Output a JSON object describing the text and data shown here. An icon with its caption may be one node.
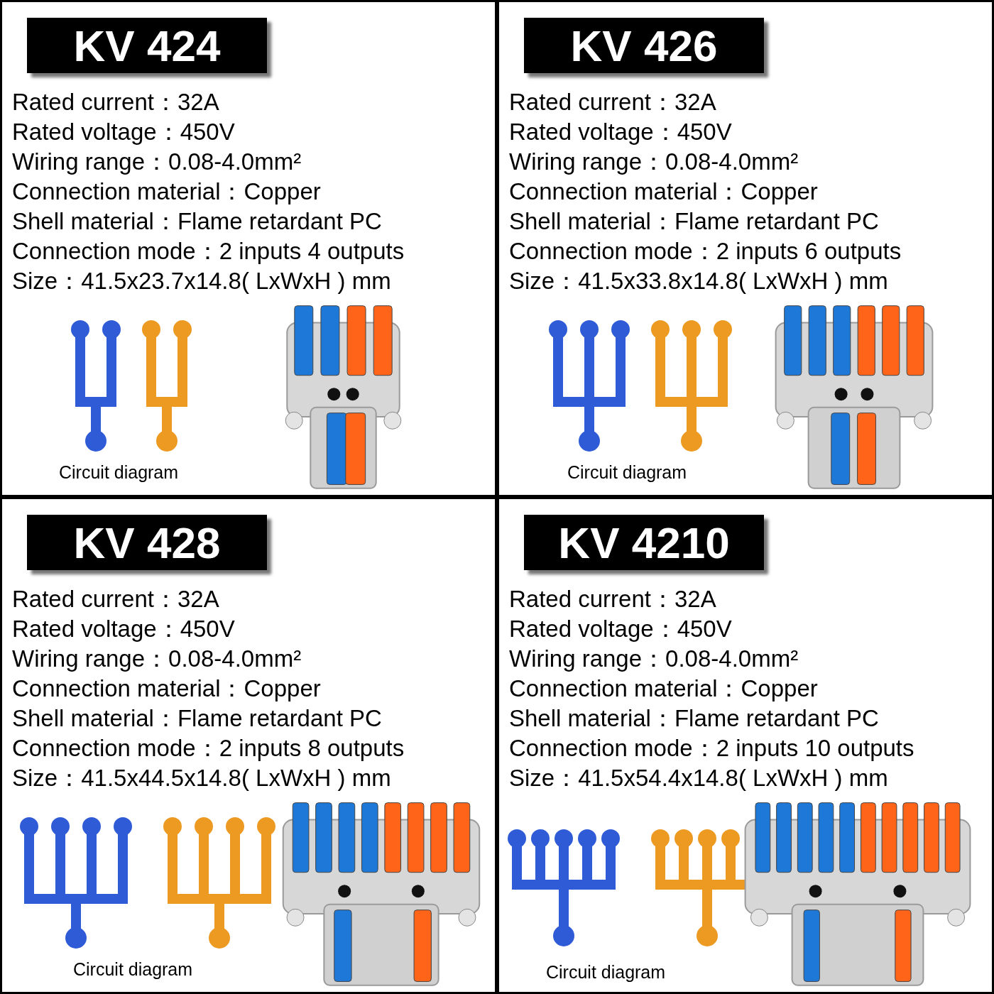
{
  "diagram": {
    "nodes": [
      {
        "text": [
          "Rated current：32A",
          "Rated voltage：450V",
          "Wiring range：0.08-4.0mm²",
          "Connection material：Copper",
          "Shell material：Flame retardant PC",
          "Connection mode：2 inputs 4 outputs",
          "Size：41.5x23.7x14.8( LxWxH ) mm",
          "Circuit diagram"
        ]
      },
      {
        "text": [
          "KV 424"
        ],
        "in": 0
      },
      {
        "text": [
          "Rated current：32A",
          "Rated voltage：450V",
          "Wiring range：0.08-4.0mm²",
          "Connection material：Copper",
          "Shell material：Flame retardant PC",
          "Connection mode：2 inputs 6 outputs",
          "Size：41.5x33.8x14.8( LxWxH ) mm",
          "Circuit diagram"
        ]
      },
      {
        "text": [
          "KV 426"
        ],
        "in": 2
      },
      {
        "text": [
          "Rated current：32A",
          "Rated voltage：450V",
          "Wiring range：0.08-4.0mm²",
          "Connection material：Copper",
          "Shell material：Flame retardant PC",
          "Connection mode：2 inputs 8 outputs",
          "Size：41.5x44.5x14.8( LxWxH ) mm",
          "Circuit diagram"
        ]
      },
      {
        "text": [
          "KV 428"
        ],
        "in": 4
      },
      {
        "text": [
          "Rated current：32A",
          "Rated voltage：450V",
          "Wiring range：0.08-4.0mm²",
          "Connection material：Copper",
          "Shell material：Flame retardant PC",
          "Connection mode：2 inputs 10 outputs",
          "Size：41.5x54.4x14.8( LxWxH ) mm",
          "Circuit diagram"
        ]
      },
      {
        "text": [
          "KV 4210"
        ],
        "in": 6
      }
    ]
  }
}
